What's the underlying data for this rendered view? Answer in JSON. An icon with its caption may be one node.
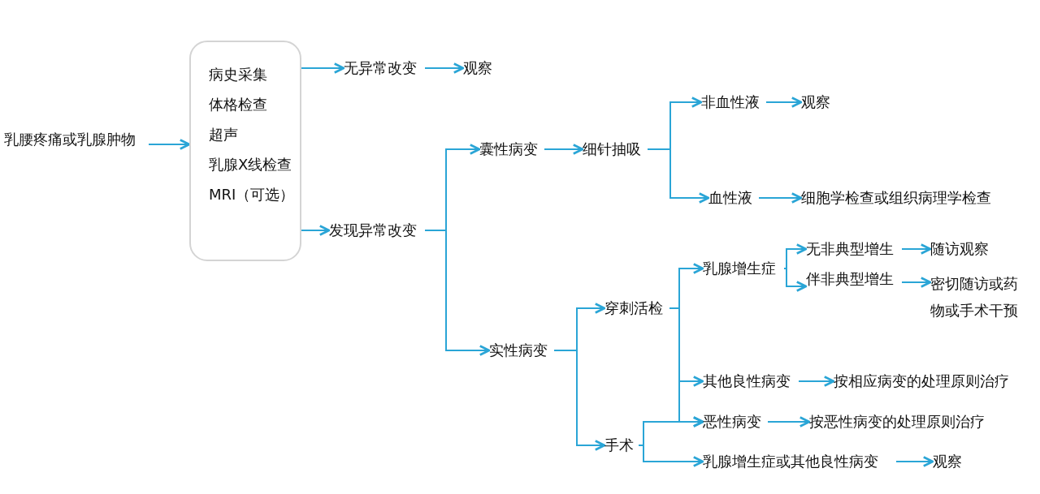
{
  "diagram": {
    "nodes": [
      {
        "text": [
          "乳腰疼痛或乳腺肿物"
        ]
      },
      {
        "text": [
          "病史采集",
          "体格检查",
          "超声",
          "乳腺X线检查",
          "MRI（可选）"
        ]
      },
      {
        "text": [
          "无异常改变"
        ]
      },
      {
        "text": [
          "观察"
        ]
      },
      {
        "text": [
          "发现异常改变"
        ]
      },
      {
        "text": [
          "囊性病变"
        ]
      },
      {
        "text": [
          "细针抽吸"
        ]
      },
      {
        "text": [
          "非血性液"
        ]
      },
      {
        "text": [
          "观察"
        ]
      },
      {
        "text": [
          "血性液"
        ]
      },
      {
        "text": [
          "细胞学检查或组织病理学检查"
        ]
      },
      {
        "text": [
          "实性病变"
        ]
      },
      {
        "text": [
          "穿刺活检"
        ]
      },
      {
        "text": [
          "乳腺增生症"
        ]
      },
      {
        "text": [
          "无非典型增生"
        ]
      },
      {
        "text": [
          "随访观察"
        ]
      },
      {
        "text": [
          "伴非典型增生"
        ]
      },
      {
        "text": [
          "密切随访或药物或手术干预"
        ]
      },
      {
        "text": [
          "其他良性病变"
        ]
      },
      {
        "text": [
          "按相应病变的处理原则治疗"
        ]
      },
      {
        "text": [
          "恶性病变"
        ]
      },
      {
        "text": [
          "按恶性病变的处理原则治疗"
        ]
      },
      {
        "text": [
          "手术"
        ]
      },
      {
        "text": [
          "乳腺增生症或其他良性病变"
        ]
      },
      {
        "text": [
          "观察"
        ]
      }
    ],
    "edges": [
      {
        "from": 0,
        "to": 1,
        "arrow": "to"
      },
      {
        "from": 1,
        "to": 2,
        "arrow": "to"
      },
      {
        "from": 2,
        "to": 3,
        "arrow": "to"
      },
      {
        "from": 1,
        "to": 4,
        "arrow": "to"
      },
      {
        "from": 4,
        "to": 5,
        "arrow": "to"
      },
      {
        "from": 4,
        "to": 11,
        "arrow": "to"
      },
      {
        "from": 5,
        "to": 6,
        "arrow": "to"
      },
      {
        "from": 6,
        "to": 7,
        "arrow": "to"
      },
      {
        "from": 6,
        "to": 9,
        "arrow": "to"
      },
      {
        "from": 7,
        "to": 8,
        "arrow": "to"
      },
      {
        "from": 9,
        "to": 10,
        "arrow": "to"
      },
      {
        "from": 11,
        "to": 12,
        "arrow": "to"
      },
      {
        "from": 11,
        "to": 22,
        "arrow": "to"
      },
      {
        "from": 12,
        "to": 13,
        "arrow": "to"
      },
      {
        "from": 12,
        "to": 18,
        "arrow": "to"
      },
      {
        "from": 12,
        "to": 20,
        "arrow": "to"
      },
      {
        "from": 13,
        "to": 14,
        "arrow": "to"
      },
      {
        "from": 13,
        "to": 16,
        "arrow": "to"
      },
      {
        "from": 14,
        "to": 15,
        "arrow": "to"
      },
      {
        "from": 16,
        "to": 17,
        "arrow": "to"
      },
      {
        "from": 18,
        "to": 19,
        "arrow": "to"
      },
      {
        "from": 20,
        "to": 21,
        "arrow": "to"
      },
      {
        "from": 22,
        "to": 20,
        "arrow": "to"
      },
      {
        "from": 22,
        "to": 23,
        "arrow": "to"
      },
      {
        "from": 23,
        "to": 24,
        "arrow": "to"
      }
    ]
  }
}
